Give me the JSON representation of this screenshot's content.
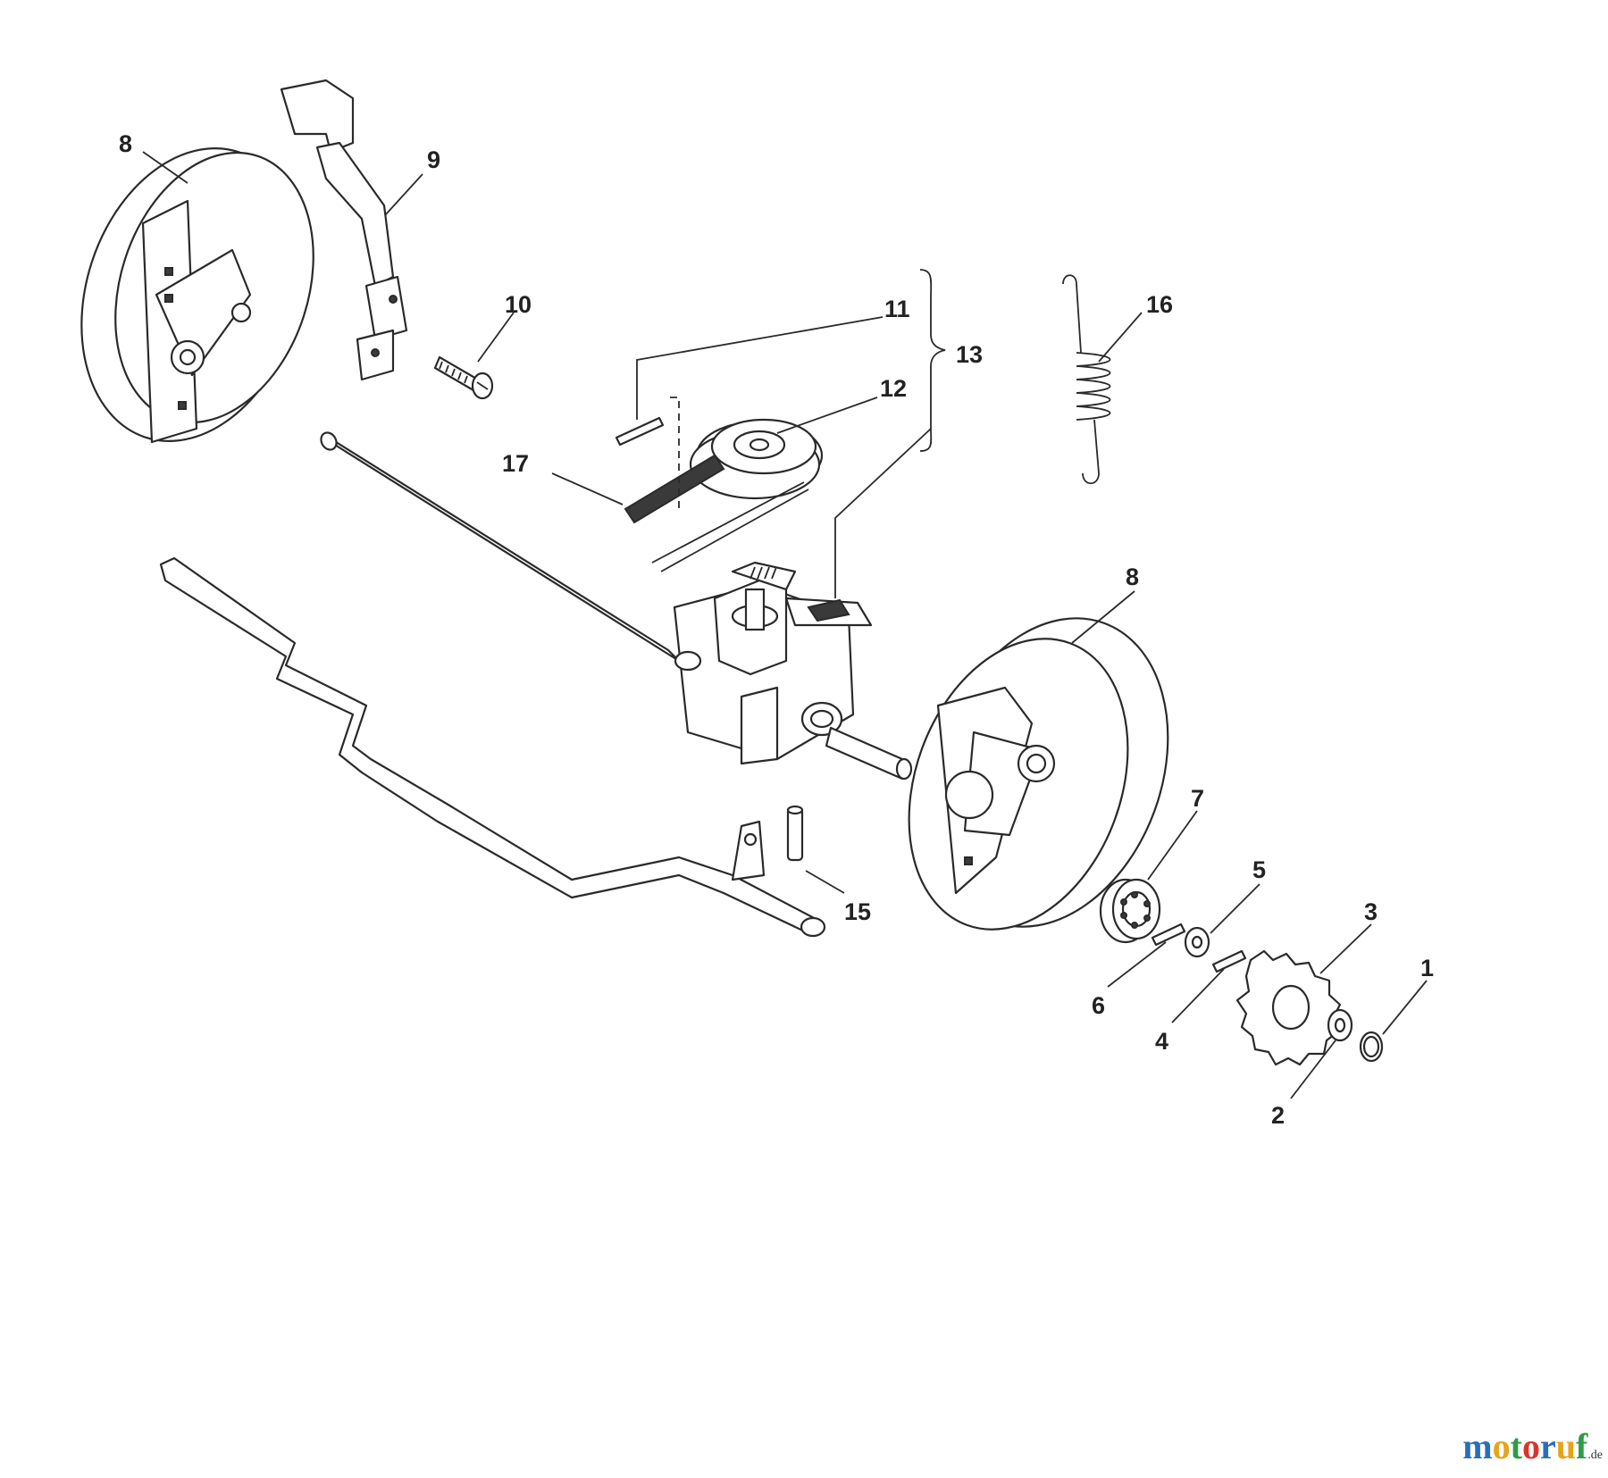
{
  "callouts": {
    "n1": "1",
    "n2": "2",
    "n3": "3",
    "n4": "4",
    "n5": "5",
    "n6": "6",
    "n7": "7",
    "n8a": "8",
    "n8b": "8",
    "n9": "9",
    "n10": "10",
    "n11": "11",
    "n12": "12",
    "n13": "13",
    "n15": "15",
    "n16": "16",
    "n17": "17"
  },
  "watermark": {
    "letters": [
      "m",
      "o",
      "t",
      "o",
      "r",
      "u",
      "f"
    ],
    "suffix": ".de",
    "colors": [
      "#2a6fb5",
      "#e8a319",
      "#2e9b48",
      "#d9342b",
      "#2a6fb5",
      "#e8a319",
      "#2e9b48"
    ]
  }
}
